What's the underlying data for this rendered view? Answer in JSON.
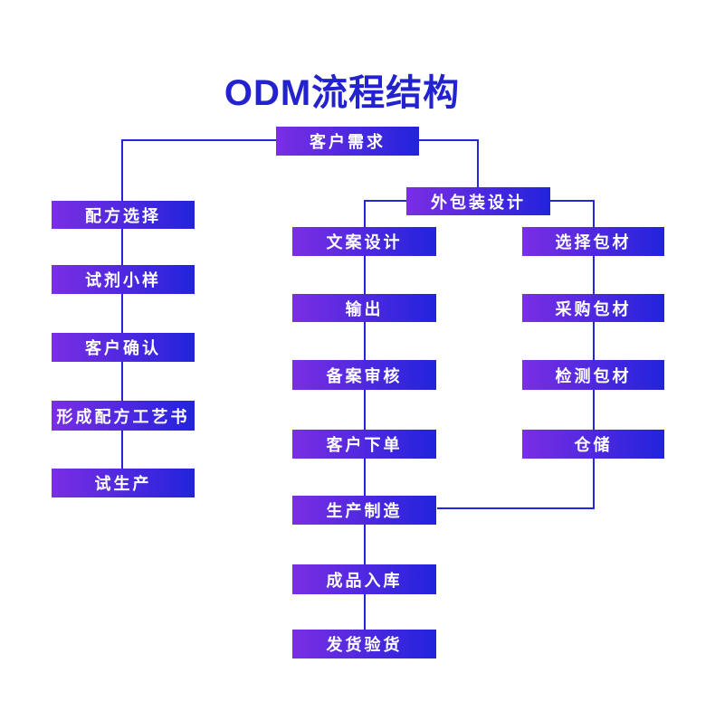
{
  "title": "ODM流程结构",
  "colors": {
    "title": "#2222cf",
    "line": "#2325da",
    "box_gradient_start": "#7b2ee3",
    "box_gradient_end": "#2223dd",
    "box_text": "#ffffff",
    "background": "#ffffff"
  },
  "nodes": {
    "root": "客户需求",
    "packaging": "外包装设计",
    "left": [
      "配方选择",
      "试剂小样",
      "客户确认",
      "形成配方工艺书",
      "试生产"
    ],
    "middle": [
      "文案设计",
      "输出",
      "备案审核",
      "客户下单",
      "生产制造",
      "成品入库",
      "发货验货"
    ],
    "right": [
      "选择包材",
      "采购包材",
      "检测包材",
      "仓储"
    ]
  }
}
